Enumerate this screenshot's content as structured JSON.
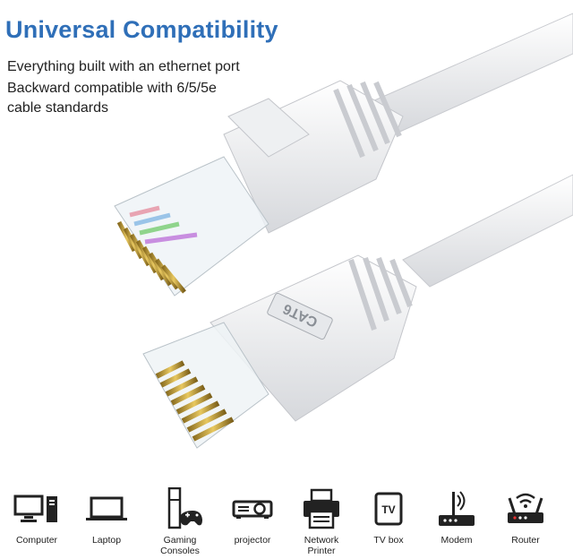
{
  "title": "Universal Compatibility",
  "lines": [
    "Everything built with an ethernet port",
    "Backward compatible with 6/5/5e",
    "cable standards"
  ],
  "connector_text": "CAT6",
  "devices": [
    {
      "label": "Computer",
      "icon": "computer-icon"
    },
    {
      "label": "Laptop",
      "icon": "laptop-icon"
    },
    {
      "label": "Gaming Consoles",
      "icon": "game-console-icon"
    },
    {
      "label": "projector",
      "icon": "projector-icon"
    },
    {
      "label": "Network Printer",
      "icon": "printer-icon"
    },
    {
      "label": "TV box",
      "icon": "tv-box-icon"
    },
    {
      "label": "Modem",
      "icon": "modem-icon"
    },
    {
      "label": "Router",
      "icon": "router-icon"
    }
  ]
}
